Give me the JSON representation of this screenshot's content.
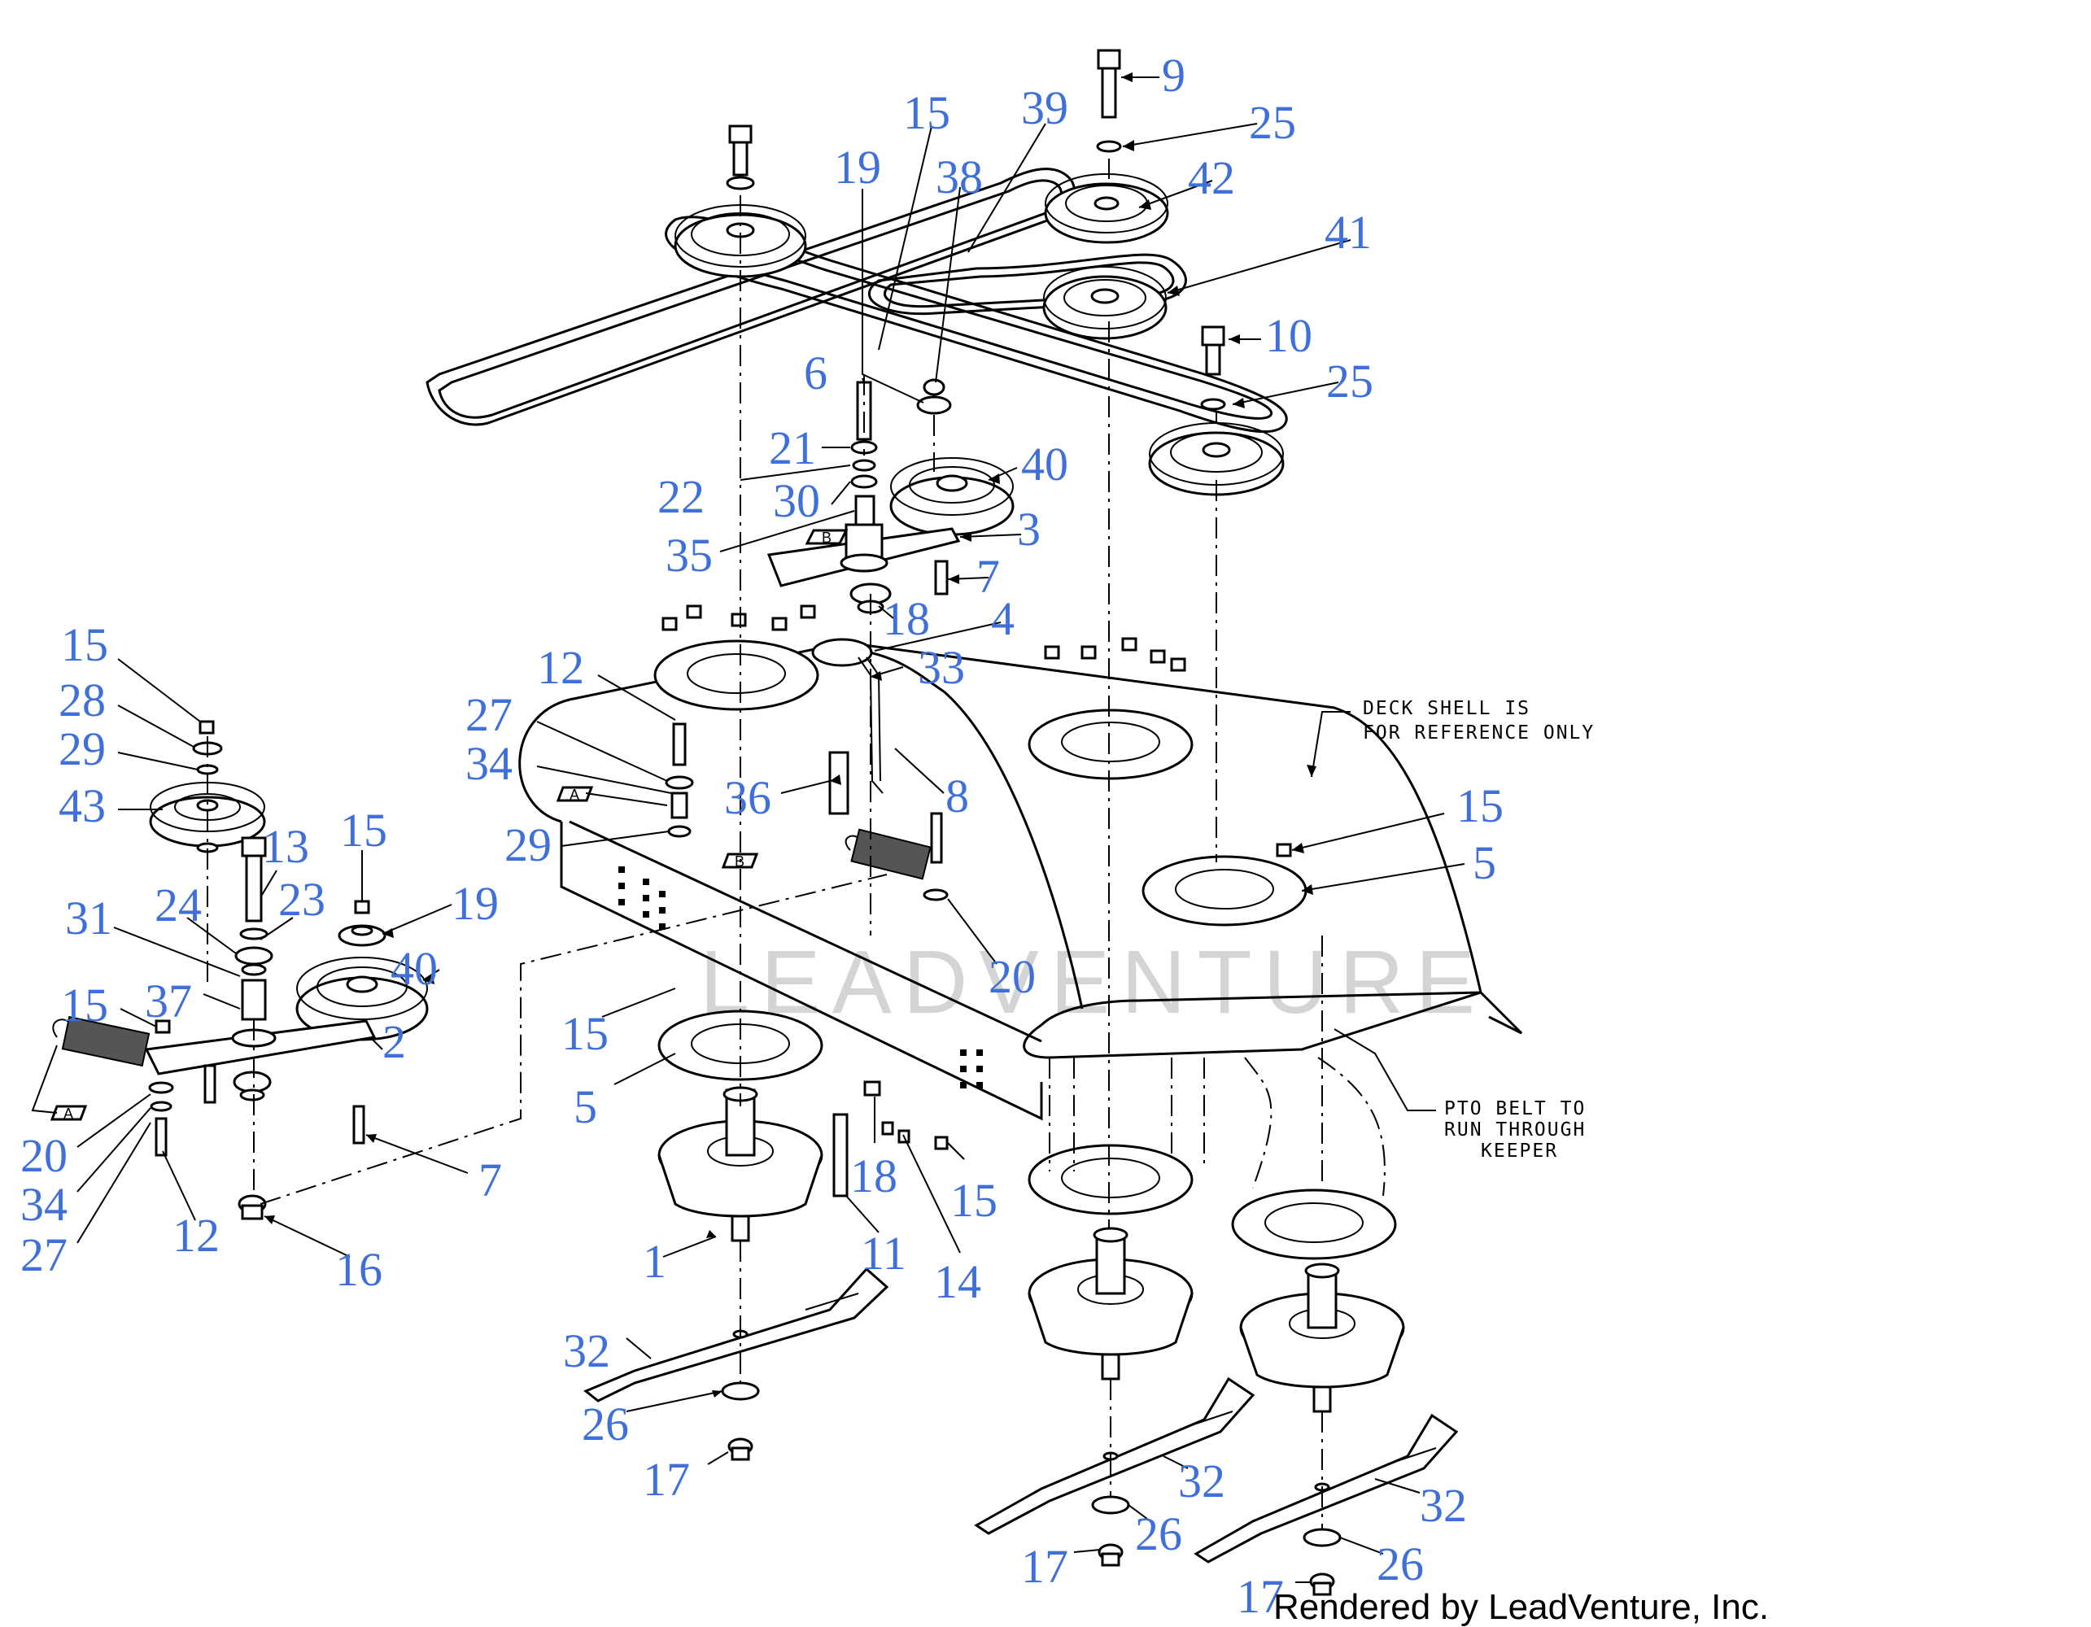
{
  "diagram": {
    "label_color": "#3f6fd8",
    "labels": [
      {
        "id": "l9",
        "text": "9"
      },
      {
        "id": "l25a",
        "text": "25"
      },
      {
        "id": "l42",
        "text": "42"
      },
      {
        "id": "l41",
        "text": "41"
      },
      {
        "id": "l10",
        "text": "10"
      },
      {
        "id": "l25b",
        "text": "25"
      },
      {
        "id": "l15a",
        "text": "15"
      },
      {
        "id": "l39",
        "text": "39"
      },
      {
        "id": "l38",
        "text": "38"
      },
      {
        "id": "l19a",
        "text": "19"
      },
      {
        "id": "l6",
        "text": "6"
      },
      {
        "id": "l21",
        "text": "21"
      },
      {
        "id": "l22",
        "text": "22"
      },
      {
        "id": "l30",
        "text": "30"
      },
      {
        "id": "l40a",
        "text": "40"
      },
      {
        "id": "l35",
        "text": "35"
      },
      {
        "id": "l3",
        "text": "3"
      },
      {
        "id": "l7a",
        "text": "7"
      },
      {
        "id": "l18a",
        "text": "18"
      },
      {
        "id": "l4",
        "text": "4"
      },
      {
        "id": "l33",
        "text": "33"
      },
      {
        "id": "l12a",
        "text": "12"
      },
      {
        "id": "l27a",
        "text": "27"
      },
      {
        "id": "l34a",
        "text": "34"
      },
      {
        "id": "l36",
        "text": "36"
      },
      {
        "id": "l8",
        "text": "8"
      },
      {
        "id": "l29a",
        "text": "29"
      },
      {
        "id": "l15b",
        "text": "15"
      },
      {
        "id": "l28",
        "text": "28"
      },
      {
        "id": "l29b",
        "text": "29"
      },
      {
        "id": "l43",
        "text": "43"
      },
      {
        "id": "l13",
        "text": "13"
      },
      {
        "id": "l15c",
        "text": "15"
      },
      {
        "id": "l24",
        "text": "24"
      },
      {
        "id": "l23",
        "text": "23"
      },
      {
        "id": "l19b",
        "text": "19"
      },
      {
        "id": "l31",
        "text": "31"
      },
      {
        "id": "l40b",
        "text": "40"
      },
      {
        "id": "l37",
        "text": "37"
      },
      {
        "id": "l15d",
        "text": "15"
      },
      {
        "id": "l2",
        "text": "2"
      },
      {
        "id": "l20a",
        "text": "20"
      },
      {
        "id": "l34b",
        "text": "34"
      },
      {
        "id": "l27b",
        "text": "27"
      },
      {
        "id": "l12b",
        "text": "12"
      },
      {
        "id": "l16",
        "text": "16"
      },
      {
        "id": "l7b",
        "text": "7"
      },
      {
        "id": "l20b",
        "text": "20"
      },
      {
        "id": "l15e",
        "text": "15"
      },
      {
        "id": "l5a",
        "text": "5"
      },
      {
        "id": "l15f",
        "text": "15"
      },
      {
        "id": "l5b",
        "text": "5"
      },
      {
        "id": "l18b",
        "text": "18"
      },
      {
        "id": "l15g",
        "text": "15"
      },
      {
        "id": "l1",
        "text": "1"
      },
      {
        "id": "l11",
        "text": "11"
      },
      {
        "id": "l14",
        "text": "14"
      },
      {
        "id": "l32a",
        "text": "32"
      },
      {
        "id": "l26a",
        "text": "26"
      },
      {
        "id": "l17a",
        "text": "17"
      },
      {
        "id": "l32b",
        "text": "32"
      },
      {
        "id": "l26b",
        "text": "26"
      },
      {
        "id": "l17b",
        "text": "17"
      },
      {
        "id": "l32c",
        "text": "32"
      },
      {
        "id": "l26c",
        "text": "26"
      },
      {
        "id": "l17c",
        "text": "17"
      }
    ],
    "callouts": {
      "a1": "A",
      "a2": "A",
      "b1": "B",
      "b2": "B"
    },
    "notes": {
      "deck_line1": "DECK SHELL IS",
      "deck_line2": "FOR REFERENCE ONLY",
      "pto_line1": "PTO BELT TO",
      "pto_line2": "RUN THROUGH",
      "pto_line3": "KEEPER"
    },
    "watermark": "LEADVENTURE",
    "credit": "Rendered by LeadVenture, Inc."
  }
}
